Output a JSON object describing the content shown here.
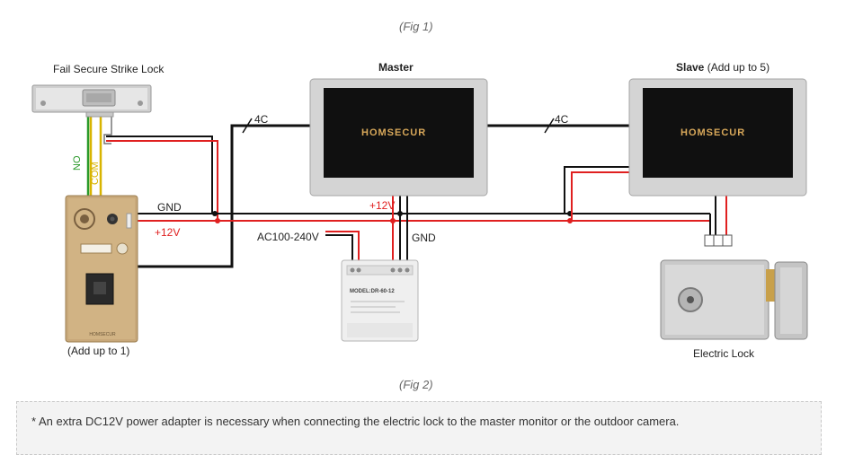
{
  "figures": {
    "fig1": "(Fig 1)",
    "fig2": "(Fig 2)"
  },
  "devices": {
    "strike_lock": "Fail Secure Strike Lock",
    "master_title": "Master",
    "slave_title": "Slave",
    "slave_note": "(Add up to 5)",
    "camera_note": "(Add up to 1)",
    "electric_lock": "Electric Lock",
    "brand": "HOMSECUR",
    "psu_model": "MODEL:DR-60-12"
  },
  "wires": {
    "cable_4c": "4C",
    "gnd": "GND",
    "plus12v": "+12V",
    "ac_input": "AC100-240V",
    "no": "NO",
    "com": "COM"
  },
  "colors": {
    "red": "#e02020",
    "black": "#111111",
    "green": "#2a9a2a",
    "yellow": "#d8b400"
  },
  "note": "* An extra DC12V power adapter is necessary when connecting the electric lock to the master monitor or the outdoor camera."
}
